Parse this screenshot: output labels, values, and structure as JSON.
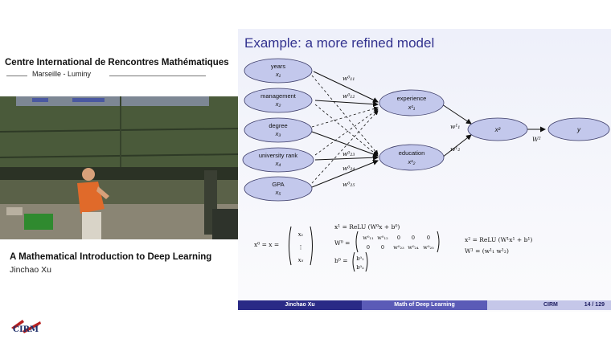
{
  "institution": {
    "name": "Centre International de Rencontres Mathématiques",
    "location": "Marseille - Luminy"
  },
  "talk": {
    "title": "A Mathematical Introduction to Deep Learning",
    "speaker": "Jinchao Xu"
  },
  "logo": {
    "text": "CIRM"
  },
  "slide": {
    "title": "Example: a more refined model",
    "inputs": [
      {
        "label": "years",
        "var": "x₁"
      },
      {
        "label": "management",
        "var": "x₂"
      },
      {
        "label": "degree",
        "var": "x₃"
      },
      {
        "label": "university rank",
        "var": "x₄"
      },
      {
        "label": "GPA",
        "var": "x₅"
      }
    ],
    "hidden": [
      {
        "label": "experience",
        "var": "x¹₁"
      },
      {
        "label": "education",
        "var": "x¹₂"
      }
    ],
    "second": {
      "var": "x²"
    },
    "output": {
      "var": "y"
    },
    "weights": {
      "w011": "w⁰₁₁",
      "w012": "w⁰₁₂",
      "w023": "w⁰₂₃",
      "w024": "w⁰₂₄",
      "w025": "w⁰₂₅",
      "w11": "w¹₁",
      "w12": "w¹₂",
      "W2": "W²"
    },
    "equations": {
      "x0": "x⁰ = x =",
      "x0_vec": [
        "x₁",
        "⋮",
        "x₅"
      ],
      "x1": "x¹ = ReLU (W⁰x + b⁰)",
      "W0": "W⁰ =",
      "W0_row1": [
        "w⁰₁₁",
        "w⁰₁₂",
        "0",
        "0",
        "0"
      ],
      "W0_row2": [
        "0",
        "0",
        "w⁰₂₃",
        "w⁰₂₄",
        "w⁰₂₅"
      ],
      "b0": "b⁰ =",
      "b0_vec": [
        "b⁰₁",
        "b⁰₂"
      ],
      "x2": "x² = ReLU (W¹x¹ + b¹)",
      "W1": "W¹ = (w¹₁  w¹₂)"
    },
    "footer": {
      "author": "Jinchao Xu",
      "title": "Math of Deep Learning",
      "org": "CIRM",
      "page": "14 / 129"
    }
  },
  "colors": {
    "node_fill": "#c3c8ec",
    "title": "#33338f",
    "footer_dark": "#2a2a86",
    "footer_mid": "#5b5bb7",
    "footer_light": "#c5c7e9"
  }
}
